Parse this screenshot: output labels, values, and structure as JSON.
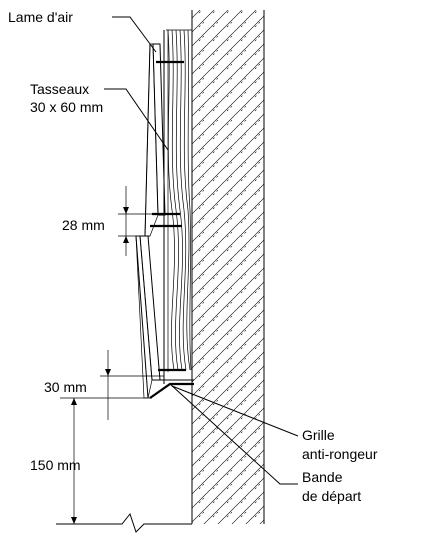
{
  "labels": {
    "lame_air": "Lame d'air",
    "tasseaux_1": "Tasseaux",
    "tasseaux_2": "30 x 60 mm",
    "dim_28": "28 mm",
    "dim_30": "30 mm",
    "dim_150": "150 mm",
    "grille_1": "Grille",
    "grille_2": "anti-rongeur",
    "bande_1": "Bande",
    "bande_2": "de départ"
  },
  "colors": {
    "line": "#000000",
    "background": "#ffffff"
  }
}
